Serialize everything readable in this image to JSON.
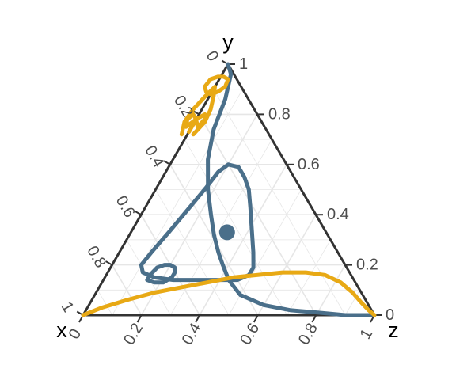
{
  "chart_data": {
    "type": "ternary",
    "axes": {
      "left_label": "x",
      "top_label": "y",
      "right_label": "z"
    },
    "ticks": {
      "left": [
        "1",
        "0.8",
        "0.6",
        "0.4",
        "0.2",
        "0"
      ],
      "bottom": [
        "0",
        "0.2",
        "0.4",
        "0.6",
        "0.8",
        "1"
      ],
      "right": [
        "0",
        "0.2",
        "0.4",
        "0.6",
        "0.8",
        "1"
      ]
    },
    "grid": true,
    "colors": {
      "blue": "#4a6f8a",
      "gold": "#e8a915",
      "frame": "#333333",
      "grid": "#e6e6e6"
    },
    "point": {
      "y": 0.33,
      "z": 0.33,
      "color": "blue"
    },
    "paths": [
      {
        "color": "blue",
        "points": [
          [
            0.0,
            1.0
          ],
          [
            0.03,
            0.96
          ],
          [
            0.06,
            0.86
          ],
          [
            0.08,
            0.74
          ],
          [
            0.12,
            0.62
          ],
          [
            0.18,
            0.5
          ],
          [
            0.24,
            0.4
          ],
          [
            0.29,
            0.32
          ],
          [
            0.34,
            0.25
          ],
          [
            0.38,
            0.2
          ],
          [
            0.43,
            0.14
          ],
          [
            0.5,
            0.08
          ],
          [
            0.6,
            0.04
          ],
          [
            0.7,
            0.02
          ],
          [
            0.8,
            0.01
          ],
          [
            0.9,
            0.0
          ],
          [
            0.97,
            0.0
          ],
          [
            1.0,
            0.0
          ]
        ]
      },
      {
        "color": "blue",
        "points": [
          [
            0.2,
            0.6
          ],
          [
            0.24,
            0.59
          ],
          [
            0.28,
            0.55
          ],
          [
            0.32,
            0.5
          ],
          [
            0.36,
            0.43
          ],
          [
            0.41,
            0.34
          ],
          [
            0.46,
            0.25
          ],
          [
            0.49,
            0.19
          ],
          [
            0.49,
            0.16
          ],
          [
            0.46,
            0.14
          ],
          [
            0.4,
            0.14
          ],
          [
            0.32,
            0.14
          ],
          [
            0.24,
            0.14
          ],
          [
            0.17,
            0.15
          ],
          [
            0.12,
            0.17
          ],
          [
            0.1,
            0.2
          ],
          [
            0.11,
            0.25
          ],
          [
            0.13,
            0.33
          ],
          [
            0.15,
            0.42
          ],
          [
            0.17,
            0.51
          ],
          [
            0.18,
            0.57
          ],
          [
            0.2,
            0.6
          ]
        ]
      },
      {
        "color": "blue",
        "points": [
          [
            0.2,
            0.2
          ],
          [
            0.22,
            0.19
          ],
          [
            0.23,
            0.17
          ],
          [
            0.23,
            0.15
          ],
          [
            0.21,
            0.13
          ],
          [
            0.18,
            0.13
          ],
          [
            0.15,
            0.14
          ],
          [
            0.15,
            0.16
          ],
          [
            0.16,
            0.19
          ],
          [
            0.18,
            0.2
          ],
          [
            0.2,
            0.2
          ]
        ]
      },
      {
        "color": "gold",
        "points": [
          [
            0.0,
            0.0
          ],
          [
            0.05,
            0.03
          ],
          [
            0.12,
            0.06
          ],
          [
            0.2,
            0.09
          ],
          [
            0.28,
            0.11
          ],
          [
            0.36,
            0.13
          ],
          [
            0.44,
            0.15
          ],
          [
            0.52,
            0.16
          ],
          [
            0.6,
            0.17
          ],
          [
            0.68,
            0.17
          ],
          [
            0.75,
            0.16
          ],
          [
            0.82,
            0.13
          ],
          [
            0.88,
            0.09
          ],
          [
            0.93,
            0.05
          ],
          [
            0.97,
            0.02
          ],
          [
            1.0,
            0.0
          ]
        ]
      },
      {
        "color": "gold",
        "points": [
          [
            0.0,
            0.88
          ],
          [
            0.02,
            0.89
          ],
          [
            0.035,
            0.91
          ],
          [
            0.03,
            0.94
          ],
          [
            0.01,
            0.95
          ],
          [
            -0.01,
            0.95
          ],
          [
            -0.03,
            0.94
          ],
          [
            -0.035,
            0.91
          ],
          [
            -0.02,
            0.89
          ],
          [
            0.0,
            0.88
          ]
        ]
      },
      {
        "color": "gold",
        "points": [
          [
            0.02,
            0.72
          ],
          [
            0.035,
            0.77
          ],
          [
            0.03,
            0.82
          ],
          [
            0.015,
            0.87
          ],
          [
            0.0,
            0.91
          ],
          [
            -0.015,
            0.87
          ],
          [
            -0.03,
            0.82
          ],
          [
            -0.035,
            0.77
          ],
          [
            -0.02,
            0.72
          ]
        ]
      },
      {
        "color": "gold",
        "points": [
          [
            0.0,
            0.73
          ],
          [
            0.0,
            0.78
          ],
          [
            0.02,
            0.8
          ],
          [
            0.03,
            0.78
          ],
          [
            0.02,
            0.75
          ],
          [
            0.0,
            0.78
          ],
          [
            -0.02,
            0.75
          ],
          [
            -0.03,
            0.78
          ],
          [
            -0.02,
            0.8
          ],
          [
            0.0,
            0.78
          ]
        ]
      }
    ]
  }
}
